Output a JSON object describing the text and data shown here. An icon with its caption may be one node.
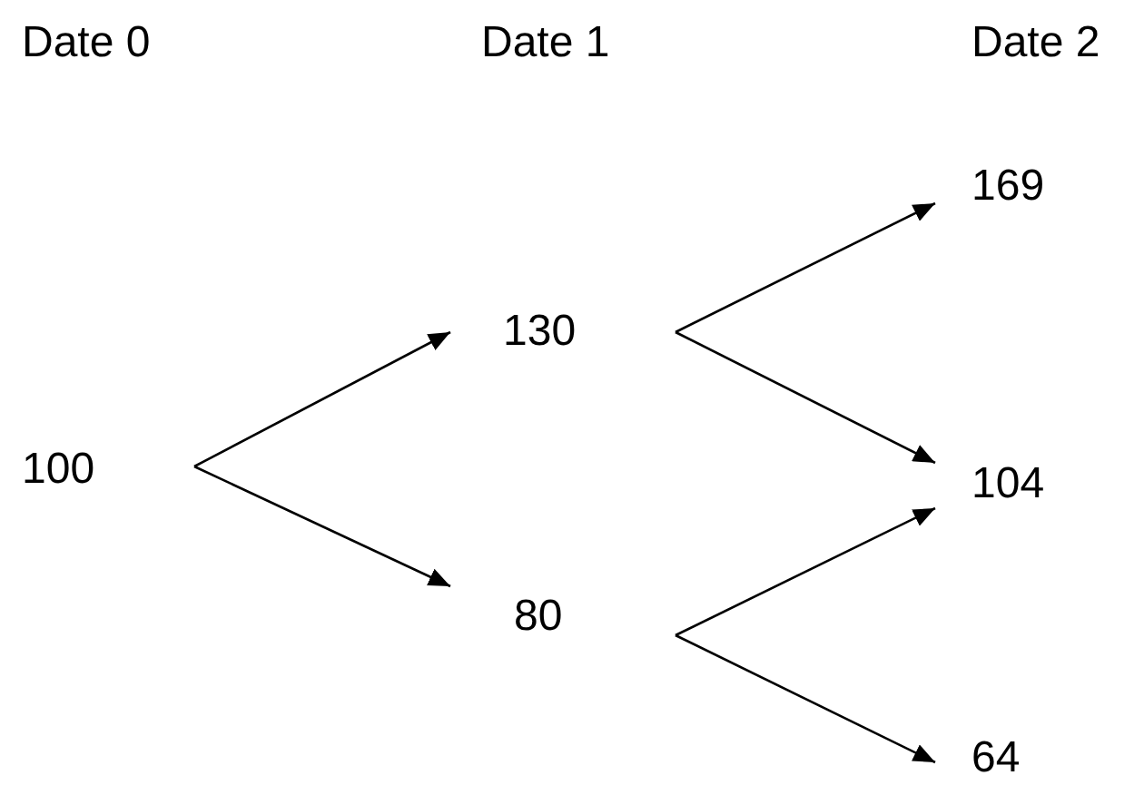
{
  "diagram": {
    "nodes": [
      {
        "text": [
          "100"
        ]
      },
      {
        "text": [
          "130"
        ]
      },
      {
        "text": [
          "80"
        ]
      },
      {
        "text": [
          "169"
        ]
      },
      {
        "text": [
          "104"
        ]
      },
      {
        "text": [
          "64"
        ]
      }
    ],
    "edges": [
      {
        "from": 0,
        "to": 1,
        "arrow": "to"
      },
      {
        "from": 0,
        "to": 2,
        "arrow": "to"
      },
      {
        "from": 1,
        "to": 3,
        "arrow": "to"
      },
      {
        "from": 1,
        "to": 4,
        "arrow": "to"
      },
      {
        "from": 2,
        "to": 4,
        "arrow": "to"
      },
      {
        "from": 2,
        "to": 5,
        "arrow": "to"
      }
    ],
    "labels": [
      "Date 0",
      "Date 1",
      "Date 2"
    ]
  }
}
